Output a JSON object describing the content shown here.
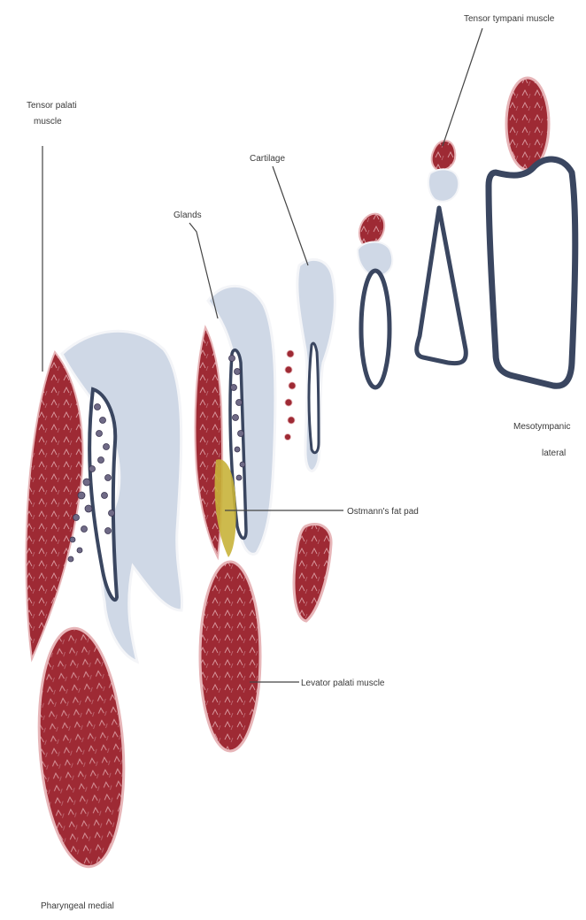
{
  "labels": {
    "tensor_palati": [
      "Tensor palati",
      "muscle"
    ],
    "glands": "Glands",
    "cartilage": "Cartilage",
    "tensor_tympani": "Tensor tympani muscle",
    "ostmanns_fat_pad": "Ostmann's fat pad",
    "levator_palati": "Levator palati muscle",
    "mesotympanic": [
      "Mesotympanic",
      "lateral"
    ],
    "pharyngeal": "Pharyngeal medial"
  },
  "colors": {
    "muscle": "#9e2a34",
    "muscle_dark": "#7d1c26",
    "cartilage": "#cfd8e6",
    "cartilage_edge": "#f1f3f7",
    "outline": "#3a4660",
    "fat": "#c8b33a",
    "gland": "#6f6a86"
  }
}
